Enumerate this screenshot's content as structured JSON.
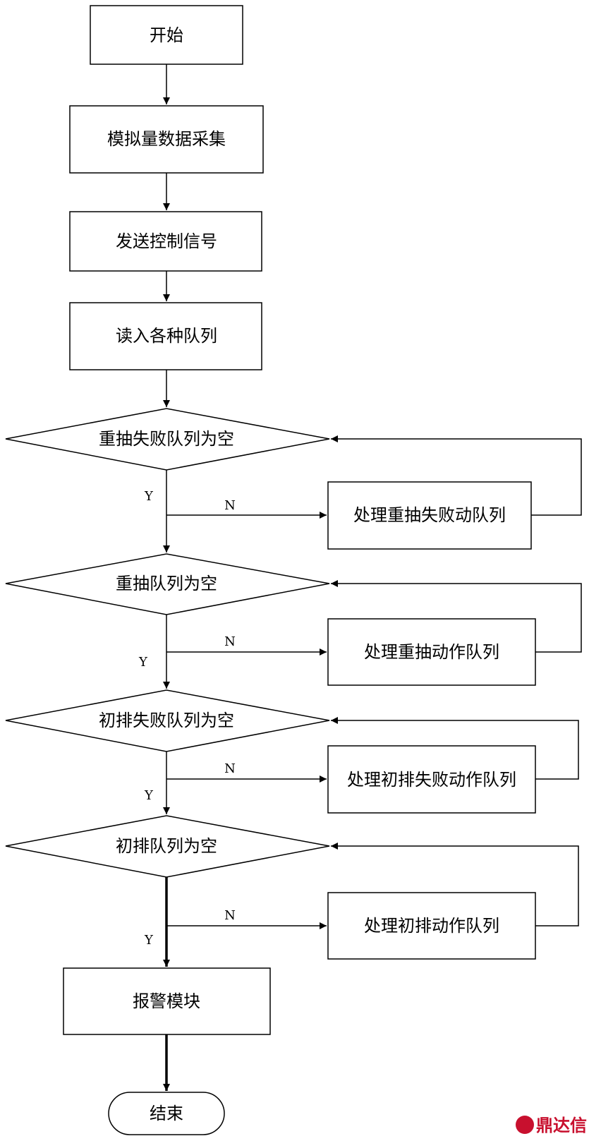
{
  "nodes": {
    "start": "开始",
    "collect": "模拟量数据采集",
    "send": "发送控制信号",
    "read": "读入各种队列",
    "d1": "重抽失败队列为空",
    "p1": "处理重抽失败动队列",
    "d2": "重抽队列为空",
    "p2": "处理重抽动作队列",
    "d3": "初排失败队列为空",
    "p3": "处理初排失败动作队列",
    "d4": "初排队列为空",
    "p4": "处理初排动作队列",
    "alarm": "报警模块",
    "end": "结束"
  },
  "branch_labels": {
    "yes": "Y",
    "no": "N"
  },
  "watermark": {
    "text": "鼎达信",
    "color": "#c8102e"
  }
}
